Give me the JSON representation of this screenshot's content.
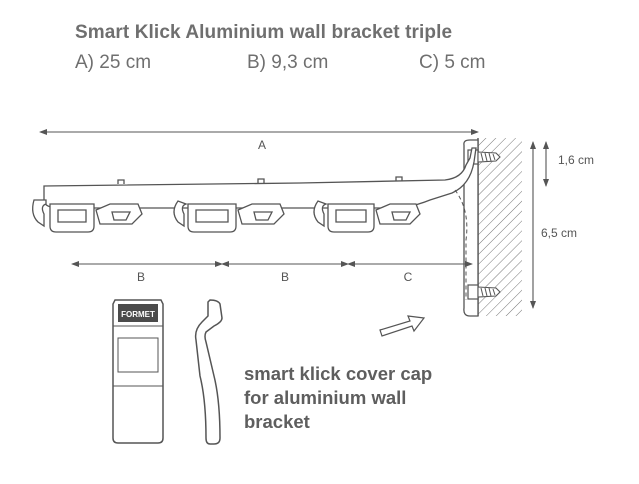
{
  "title": "Smart Klick Aluminium wall bracket triple",
  "dimensions": [
    {
      "key": "A",
      "text": "A) 25 cm"
    },
    {
      "key": "B",
      "text": "B) 9,3 cm"
    },
    {
      "key": "C",
      "text": "C) 5 cm"
    }
  ],
  "drawing_labels": {
    "a": "A",
    "b1": "B",
    "b2": "B",
    "c": "C",
    "top_offset": "1,6 cm",
    "screw_spacing": "6,5 cm",
    "cap_logo": "FORMET"
  },
  "cover_cap_caption": [
    "smart klick cover cap",
    "for aluminium wall",
    "bracket"
  ]
}
